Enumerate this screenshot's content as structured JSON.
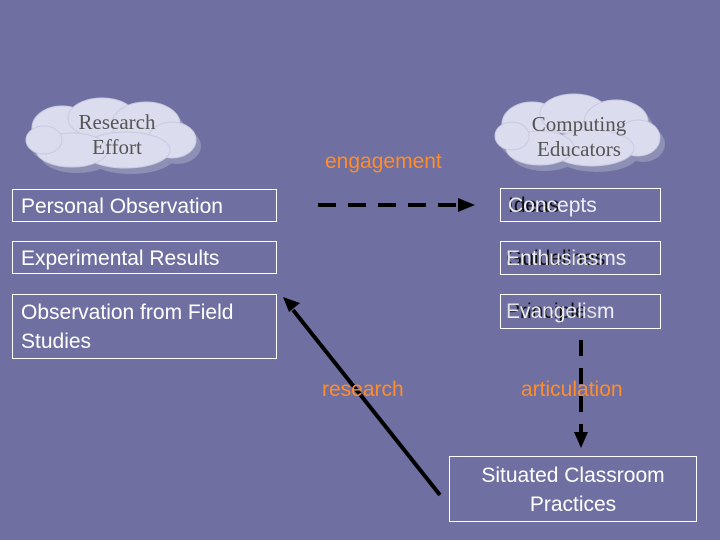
{
  "clouds": {
    "research": {
      "line1": "Research",
      "line2": "Effort"
    },
    "educators": {
      "line1": "Computing",
      "line2": "Educators"
    }
  },
  "left_boxes": {
    "personal": "Personal Observation",
    "experimental": "Experimental Results",
    "field_line1": "Observation from Field",
    "field_line2": "Studies"
  },
  "right_boxes": {
    "concepts": {
      "under": "Ideas",
      "over": "Concepts"
    },
    "guidelines": {
      "under": "Guidelines",
      "over": "Enthusiasms"
    },
    "evangelism": {
      "under": "Principles",
      "over": "Evangelism"
    }
  },
  "practices": {
    "line1": "Situated Classroom",
    "line2": "Practices"
  },
  "labels": {
    "engagement": "engagement",
    "research": "research",
    "articulation": "articulation"
  },
  "colors": {
    "background": "#6f70a1",
    "cloud_fill": "#dcdcef",
    "cloud_shadow": "#8e8fb5",
    "box_border": "#ffffff",
    "text_white": "#ffffff",
    "text_dark": "#111111",
    "label_orange": "#ff8c2a",
    "cloud_text": "#555555"
  }
}
